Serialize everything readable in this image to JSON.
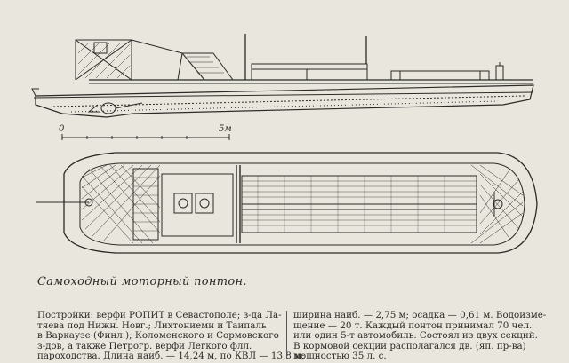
{
  "figure": {
    "scale_zero": "0",
    "scale_five": "5м"
  },
  "caption": "Самоходный моторный понтон.",
  "text_left": [
    "Постройки: верфи РОПИТ в Севастополе; з-да Ла-",
    "тяева под Нижн. Новг.; Лихтониеми и Таипаль",
    "в Варкаузе (Финл.); Коломенского и Сормовского",
    "з-дов, а также Петрогр. верфи Легкого флл.",
    "пароходства. Длина наиб. — 14,24 м, по КВЛ — 13,8 м;"
  ],
  "text_right": [
    "ширина наиб. — 2,75 м; осадка — 0,61 м. Водоизме-",
    "щение — 20 т. Каждый понтон принимал 70 чел.",
    "или один 5-т автомобиль. Состоял из двух секций.",
    "В кормовой секции располагался дв. (яп. пр-ва)",
    "мощностью 35 л. с."
  ]
}
